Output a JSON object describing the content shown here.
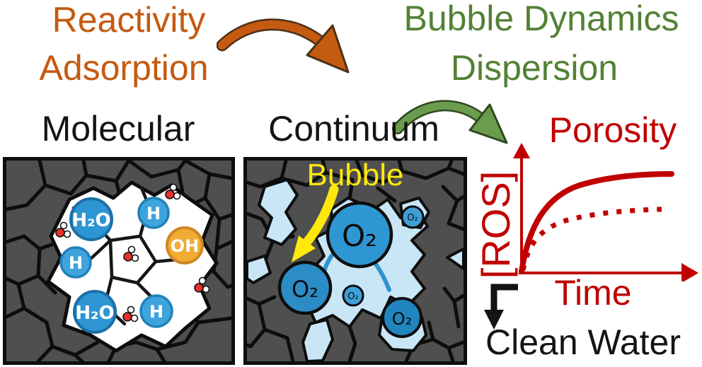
{
  "figure": {
    "top_left": {
      "line1": "Reactivity",
      "line2": "Adsorption"
    },
    "top_right": {
      "line1": "Bubble Dynamics",
      "line2": "Dispersion"
    },
    "panels": {
      "molecular": {
        "title": "Molecular",
        "pore_species": [
          {
            "label": "H₂O",
            "kind": "water"
          },
          {
            "label": "H",
            "kind": "hydrogen-radical"
          },
          {
            "label": "OH",
            "kind": "hydroxyl-radical"
          },
          {
            "label": "H",
            "kind": "hydrogen-radical"
          },
          {
            "label": "H₂O",
            "kind": "water"
          },
          {
            "label": "H",
            "kind": "hydrogen-radical"
          }
        ],
        "small_water_molecules": 5
      },
      "continuum": {
        "title": "Continuum",
        "bubble_label": "Bubble",
        "oxygen_bubbles": [
          {
            "label": "O₂",
            "size": "large"
          },
          {
            "label": "O₂",
            "size": "medium"
          },
          {
            "label": "O₂",
            "size": "small"
          },
          {
            "label": "O₂",
            "size": "medium"
          },
          {
            "label": "O₂",
            "size": "small"
          }
        ]
      }
    },
    "chart": {
      "heading": "Porosity",
      "ylabel": "[ROS]",
      "xlabel": "Time"
    },
    "outcome": {
      "label": "Clean Water"
    }
  },
  "chart_data": {
    "type": "line",
    "title": "Porosity",
    "xlabel": "Time",
    "ylabel": "[ROS]",
    "axis_style": "arrow axes, no ticks, no gridlines",
    "legend": "none",
    "x": [
      0,
      0.1,
      0.2,
      0.3,
      0.4,
      0.5,
      0.6,
      0.7,
      0.8,
      0.9,
      1.0
    ],
    "series": [
      {
        "name": "solid curve (higher porosity)",
        "style": "solid",
        "color": "#C00000",
        "y": [
          0,
          0.35,
          0.56,
          0.7,
          0.8,
          0.87,
          0.92,
          0.95,
          0.97,
          0.99,
          1.0
        ]
      },
      {
        "name": "dotted curve (lower porosity)",
        "style": "dotted",
        "color": "#C00000",
        "y": [
          0,
          0.22,
          0.36,
          0.46,
          0.53,
          0.58,
          0.61,
          0.63,
          0.645,
          0.655,
          0.66
        ]
      }
    ]
  },
  "icons": {
    "orange_arrow": "curved-arrow-down-right",
    "green_arrow": "curved-arrow-down-right",
    "yellow_arrow": "curved-arrow-down-left",
    "blue_arrows": "flow-arrows-toward-bubble",
    "black_elbow_arrow": "elbow-arrow-down"
  },
  "colors": {
    "orange_text": "#C55A11",
    "green_text": "#538135",
    "red": "#C00000",
    "yellow": "#FFE90B",
    "panel_rock": "#4F4F4F",
    "crack_black": "#0D0D0D",
    "pore_white": "#FFFFFF",
    "bubble_blue": "#2E97D3",
    "light_blue_water": "#C9E6F6",
    "oh_orange": "#F0AC33",
    "black_text": "#141414"
  }
}
